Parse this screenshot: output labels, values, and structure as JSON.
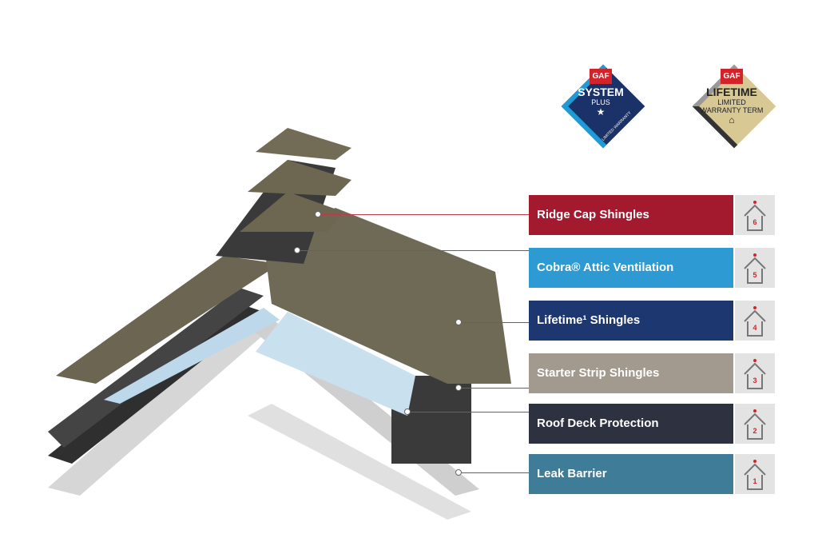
{
  "badges": [
    {
      "brand": "GAF",
      "title": "SYSTEM",
      "sub": "PLUS",
      "band": "LIMITED WARRANTY",
      "color": "#1b3268",
      "accent": "#1e9ad6"
    },
    {
      "brand": "GAF",
      "title": "LIFETIME",
      "sub": "LIMITED",
      "sub2": "WARRANTY TERM",
      "color": "#d8c894",
      "accent": "#333333"
    }
  ],
  "layers": [
    {
      "label": "Ridge Cap Shingles",
      "number": "6",
      "color": "#a31a2e"
    },
    {
      "label": "Cobra® Attic Ventilation",
      "number": "5",
      "color": "#2e9ad4"
    },
    {
      "label": "Lifetime¹ Shingles",
      "number": "4",
      "color": "#1d3870"
    },
    {
      "label": "Starter Strip Shingles",
      "number": "3",
      "color": "#a39a8f"
    },
    {
      "label": "Roof Deck Protection",
      "number": "2",
      "color": "#2e3140"
    },
    {
      "label": "Leak Barrier",
      "number": "1",
      "color": "#3f7c97"
    }
  ]
}
